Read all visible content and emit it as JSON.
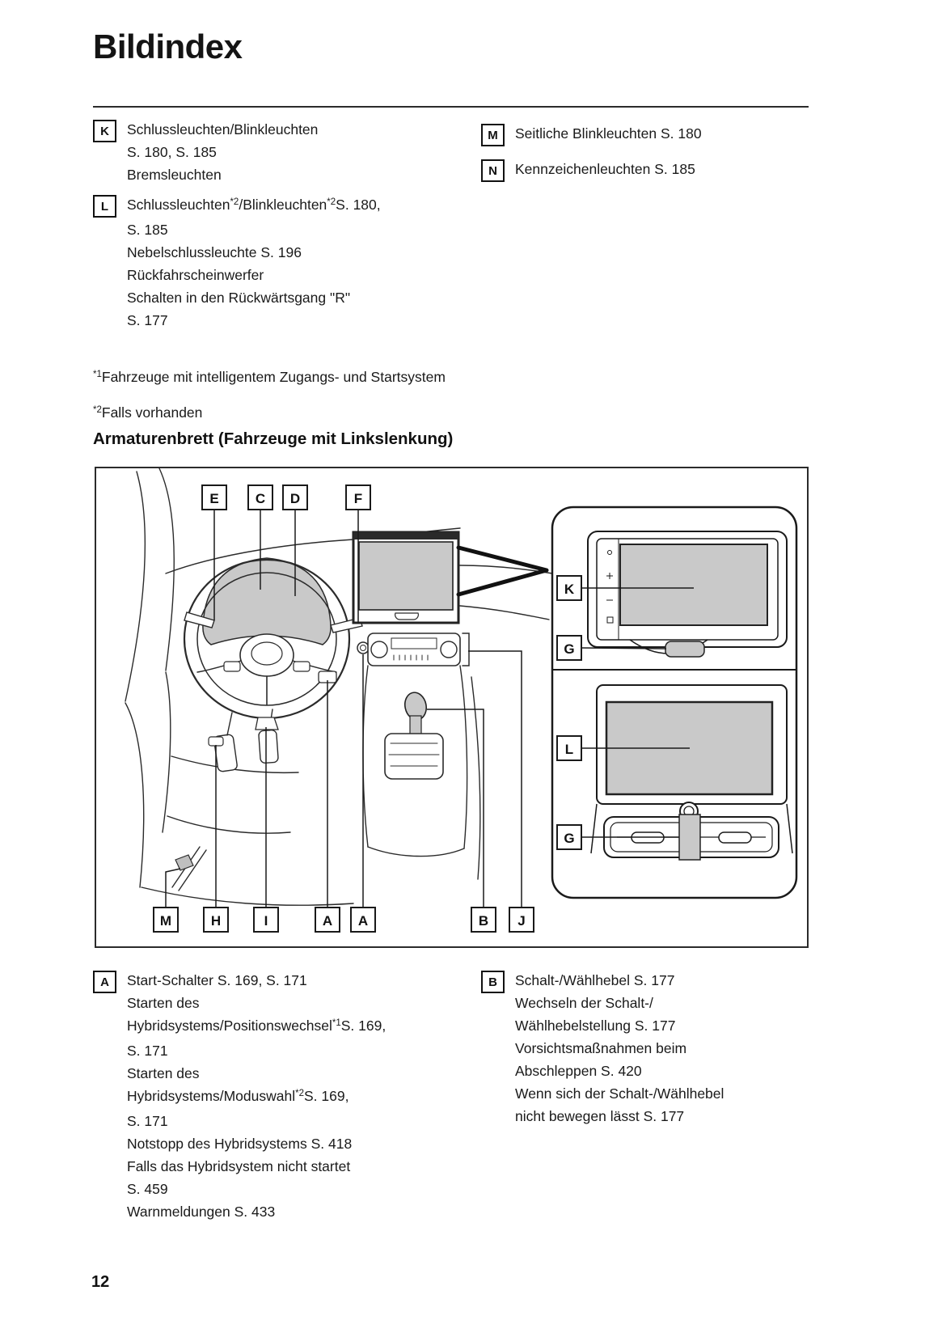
{
  "page": {
    "title": "Bildindex",
    "number": "12"
  },
  "index_top": {
    "left": [
      {
        "tag": "K",
        "lines": [
          "Schlussleuchten/Blinkleuchten",
          "S. 180, S. 185",
          "Bremsleuchten"
        ]
      },
      {
        "tag": "L",
        "lines": [
          "Schlussleuchten*2/Blinkleuchten*2S. 180,",
          "S. 185",
          "Nebelschlussleuchte S. 196",
          "Rückfahrscheinwerfer",
          "Schalten in den Rückwärtsgang \"R\"",
          "S. 177"
        ]
      }
    ],
    "right": [
      {
        "tag": "M",
        "lines": [
          "Seitliche Blinkleuchten S. 180"
        ]
      },
      {
        "tag": "N",
        "lines": [
          "Kennzeichenleuchten S. 185"
        ]
      }
    ]
  },
  "footnotes": [
    "*1Fahrzeuge mit intelligentem Zugangs- und Startsystem",
    "*2Falls vorhanden"
  ],
  "section_heading": "Armaturenbrett (Fahrzeuge mit Linkslenkung)",
  "diagram": {
    "top_labels": [
      "E",
      "C",
      "D",
      "F"
    ],
    "right_labels": [
      "K",
      "G",
      "L",
      "G"
    ],
    "bottom_labels": [
      "M",
      "H",
      "I",
      "A",
      "A",
      "B",
      "J"
    ],
    "screen_fill": "#c9c9c9",
    "line_color": "#2b2b2b"
  },
  "index_bottom": {
    "left": [
      {
        "tag": "A",
        "lines": [
          "Start-Schalter S. 169, S. 171",
          "Starten des",
          "Hybridsystems/Positionswechsel*1S. 169,",
          "S. 171",
          "Starten des",
          "Hybridsystems/Moduswahl*2S. 169,",
          "S. 171",
          "Notstopp des Hybridsystems S. 418",
          "Falls das Hybridsystem nicht startet",
          "S. 459",
          "Warnmeldungen S. 433"
        ]
      }
    ],
    "right": [
      {
        "tag": "B",
        "lines": [
          "Schalt-/Wählhebel S. 177",
          "Wechseln der Schalt-/",
          "Wählhebelstellung S. 177",
          "Vorsichtsmaßnahmen beim",
          "Abschleppen S. 420",
          "Wenn sich der Schalt-/Wählhebel",
          "nicht bewegen lässt S. 177"
        ]
      }
    ]
  }
}
